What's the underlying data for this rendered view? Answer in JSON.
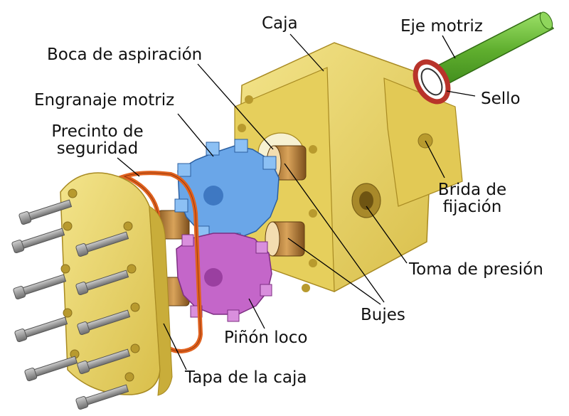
{
  "labels": {
    "caja": "Caja",
    "eje_motriz": "Eje motriz",
    "boca_aspiracion": "Boca de aspiración",
    "engranaje_motriz": "Engranaje motriz",
    "sello": "Sello",
    "precinto_1": "Precinto de",
    "precinto_2": "seguridad",
    "brida_1": "Brida de",
    "brida_2": "fijación",
    "toma_presion": "Toma de presión",
    "bujes": "Bujes",
    "pinon_loco": "Piñón loco",
    "tapa_caja": "Tapa de la caja"
  },
  "colors": {
    "housing": "#e8d363",
    "housing_dark": "#c9ad3a",
    "gear_blue": "#6aa6e8",
    "gear_magenta": "#c466c9",
    "shaft_green": "#6fbf3a",
    "seal_red": "#c0392b",
    "gasket_orange": "#e0621f",
    "bushing_brown": "#b8843e",
    "bolt_gray": "#8e8e8e"
  }
}
